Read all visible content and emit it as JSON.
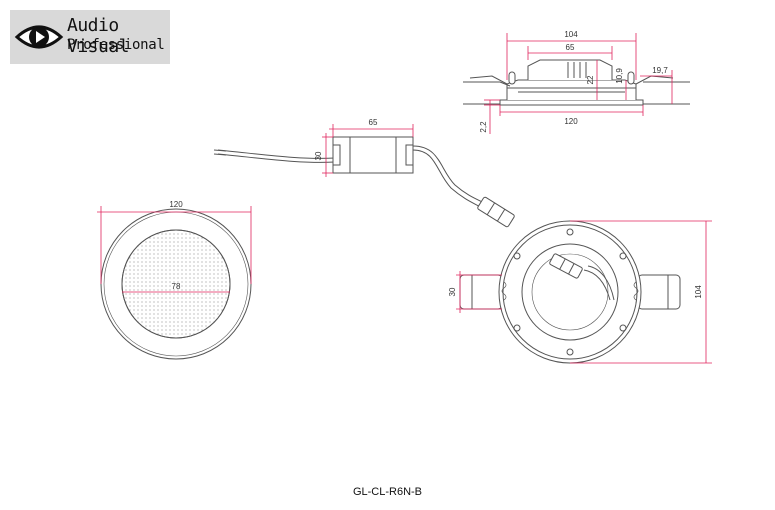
{
  "logo": {
    "line1": "Audio Visual",
    "line2": "Professional",
    "icon": "eye-icon"
  },
  "model_code": "GL-CL-R6N-B",
  "dimensions": {
    "side_overall_width": "104",
    "side_driver_width": "65",
    "side_driver_height": "22",
    "side_body_height": "10,9",
    "side_cutout_depth": "19,7",
    "side_flange_thickness": "2,2",
    "side_flange_width": "120",
    "driver_length": "65",
    "driver_height": "30",
    "front_outer_diameter": "120",
    "front_lens_diameter": "78",
    "back_clip_width": "30",
    "back_body_diameter": "104"
  },
  "colors": {
    "line": "#555555",
    "dimension": "#e0245e",
    "fill": "#ffffff",
    "logo_bg": "#d9d9d9"
  }
}
